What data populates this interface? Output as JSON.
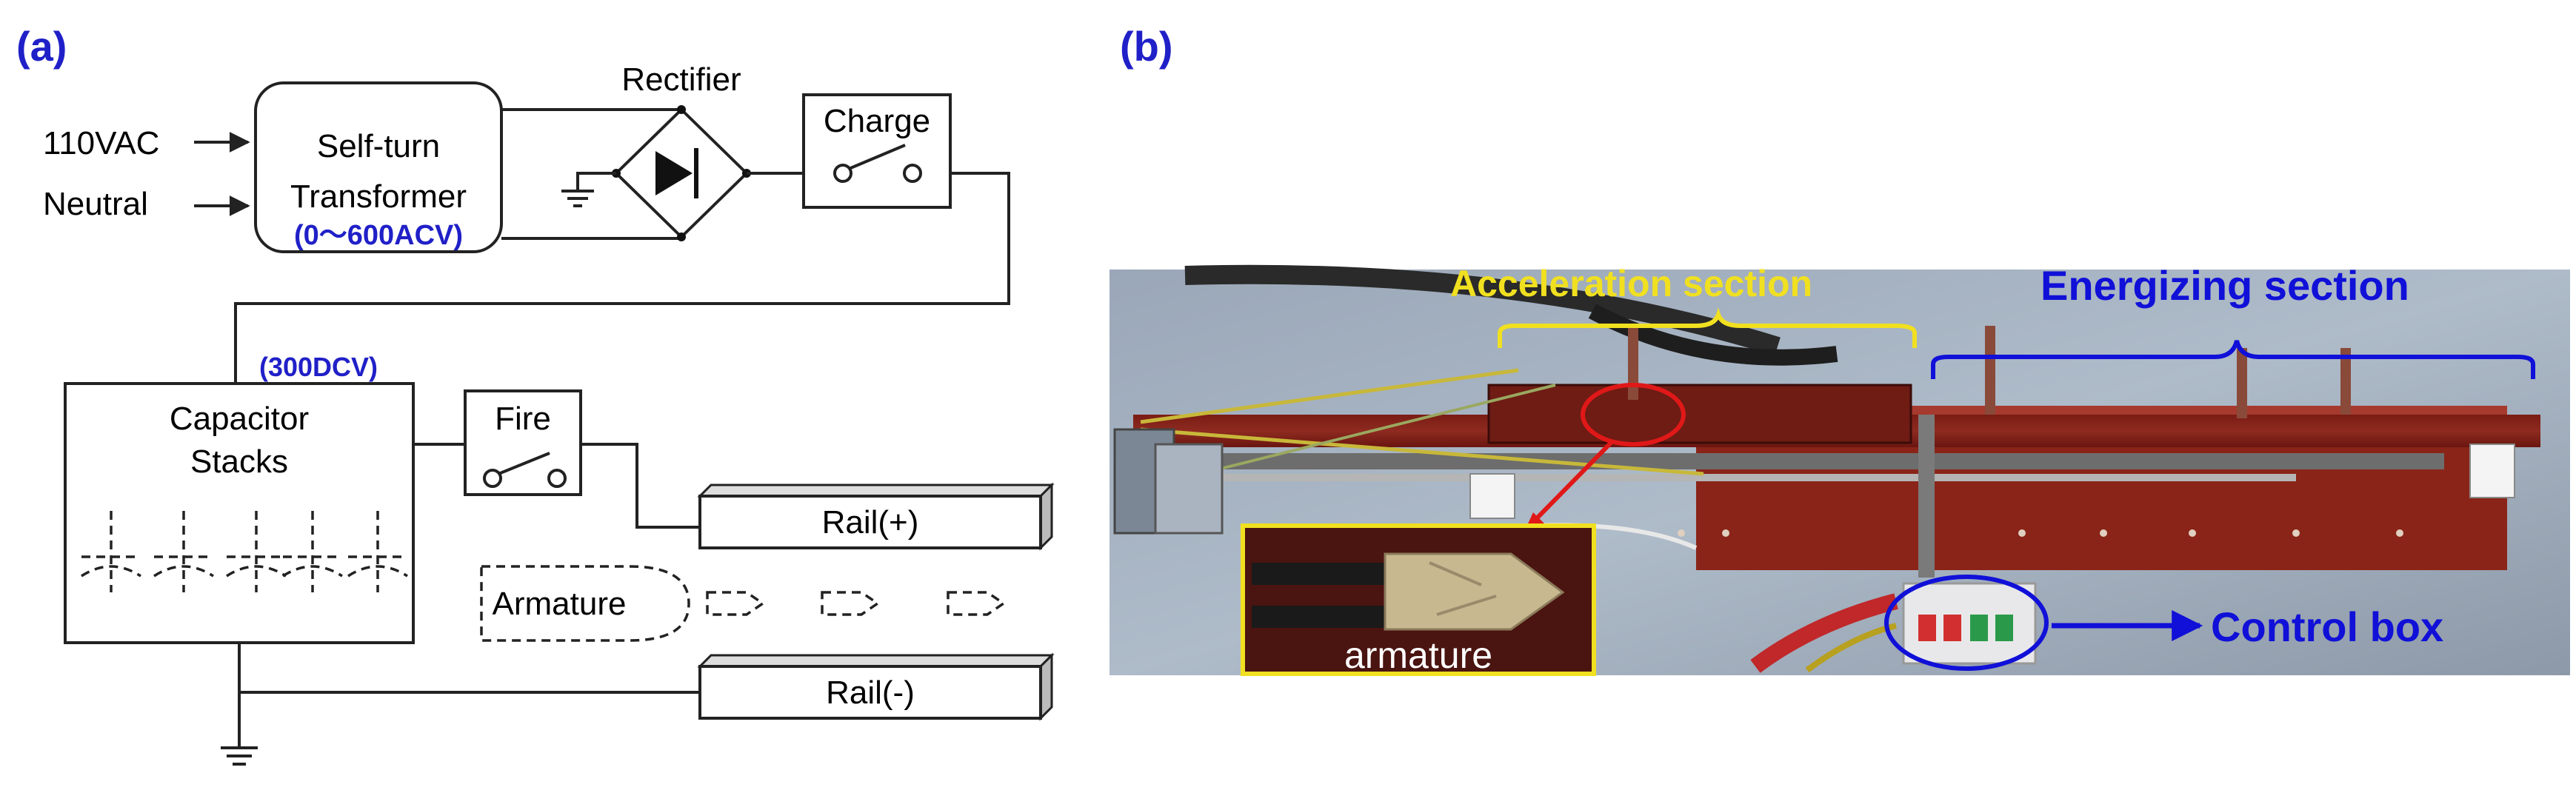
{
  "panel_a": {
    "label": "(a)",
    "inputs": {
      "live": "110VAC",
      "neutral": "Neutral"
    },
    "transformer": {
      "line1": "Self-turn",
      "line2": "Transformer",
      "range": "(0～600ACV)"
    },
    "rectifier": "Rectifier",
    "charge_switch": "Charge",
    "voltage_note": "(300DCV)",
    "capacitor": {
      "line1": "Capacitor",
      "line2": "Stacks"
    },
    "fire_switch": "Fire",
    "rail_plus": "Rail(+)",
    "rail_minus": "Rail(-)",
    "armature": "Armature"
  },
  "panel_b": {
    "label": "(b)",
    "acceleration_section": "Acceleration section",
    "energizing_section": "Energizing section",
    "inset_caption": "armature",
    "control_box": "Control box"
  }
}
